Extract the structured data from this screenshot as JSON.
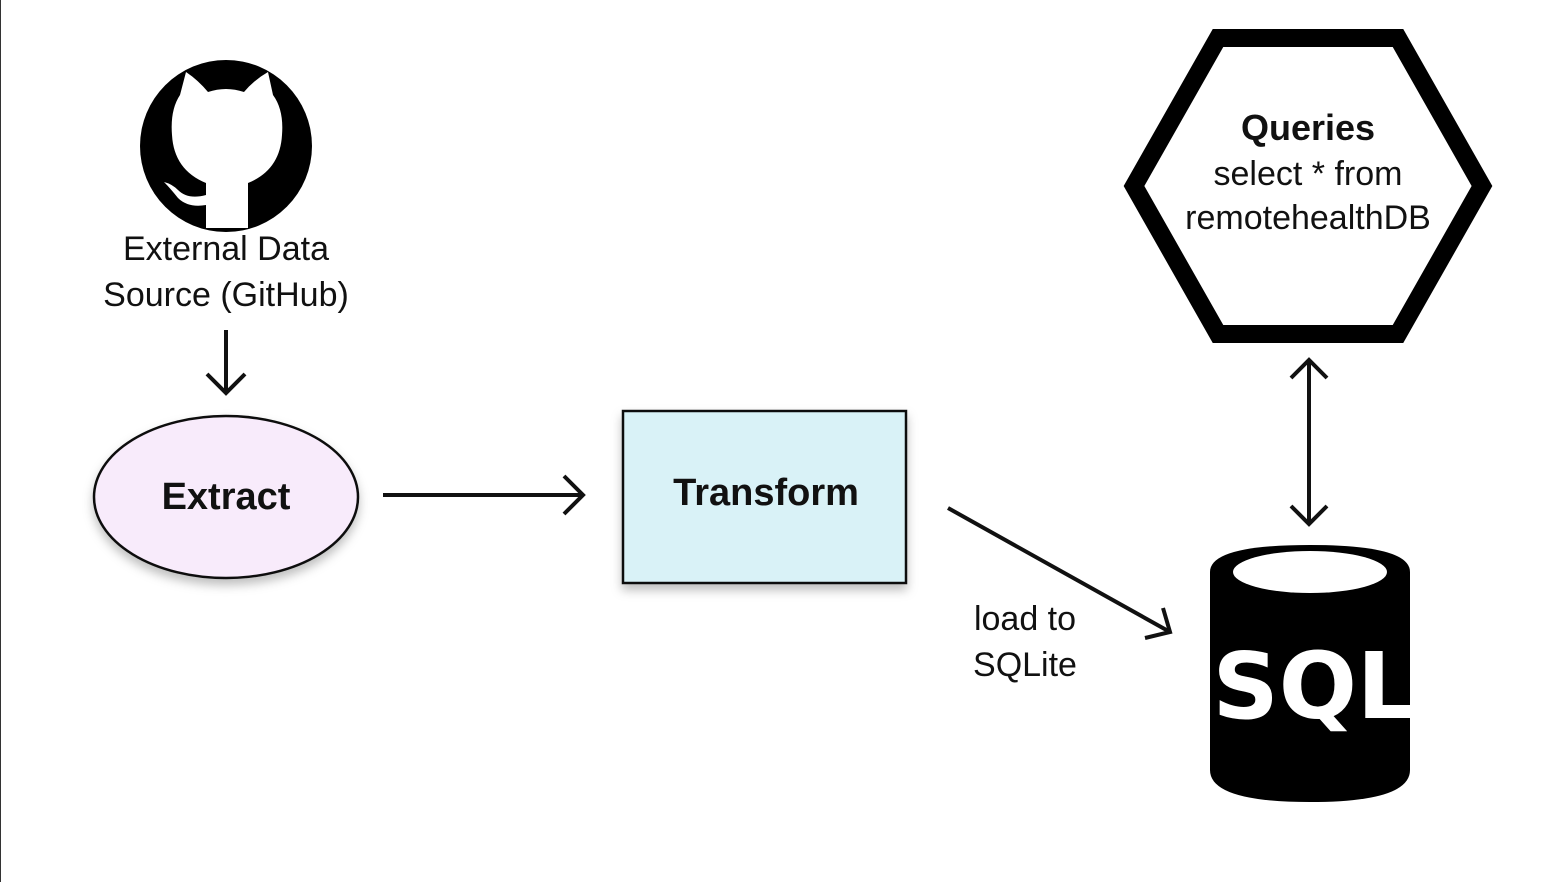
{
  "nodes": {
    "source": {
      "icon": "github-icon",
      "label_line1": "External Data",
      "label_line2": "Source (GitHub)"
    },
    "extract": {
      "label": "Extract",
      "fill": "#f8ebfb"
    },
    "transform": {
      "label": "Transform",
      "fill": "#d9f2f7"
    },
    "queries": {
      "title": "Queries",
      "line1": "select * from",
      "line2": "remotehealthDB"
    },
    "database": {
      "icon": "database-icon",
      "label": "SQL"
    }
  },
  "edges": {
    "load_label_line1": "load to",
    "load_label_line2": "SQLite"
  },
  "colors": {
    "stroke": "#111111",
    "background": "#ffffff"
  }
}
